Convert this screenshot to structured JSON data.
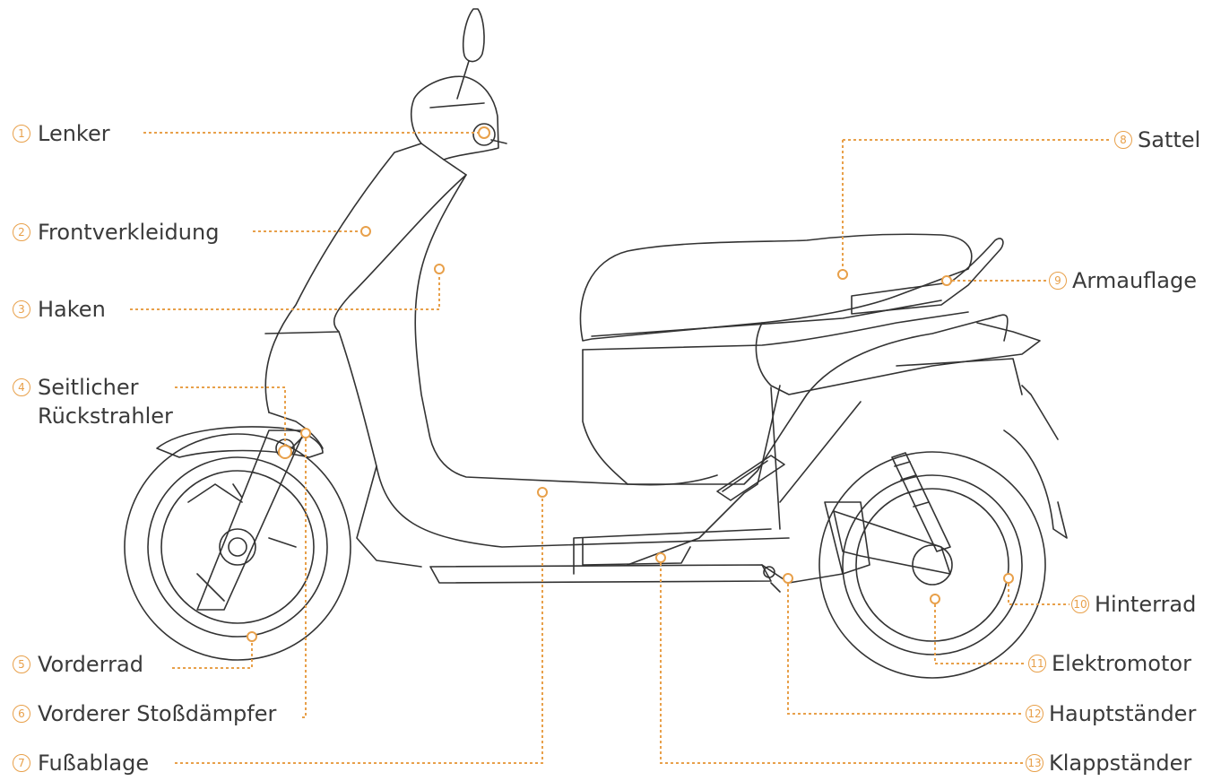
{
  "colors": {
    "accent": "#e8a04a",
    "line_art": "#333333",
    "text": "#3a3a3a"
  },
  "callouts": [
    {
      "num": "1",
      "text": "Lenker"
    },
    {
      "num": "2",
      "text": "Frontverkleidung"
    },
    {
      "num": "3",
      "text": "Haken"
    },
    {
      "num": "4",
      "text": "Seitlicher\nRückstrahler"
    },
    {
      "num": "5",
      "text": "Vorderrad"
    },
    {
      "num": "6",
      "text": "Vorderer Stoßdämpfer"
    },
    {
      "num": "7",
      "text": "Fußablage"
    },
    {
      "num": "8",
      "text": "Sattel"
    },
    {
      "num": "9",
      "text": "Armauflage"
    },
    {
      "num": "10",
      "text": "Hinterrad"
    },
    {
      "num": "11",
      "text": "Elektromotor"
    },
    {
      "num": "12",
      "text": "Hauptständer"
    },
    {
      "num": "13",
      "text": "Klappständer"
    }
  ]
}
